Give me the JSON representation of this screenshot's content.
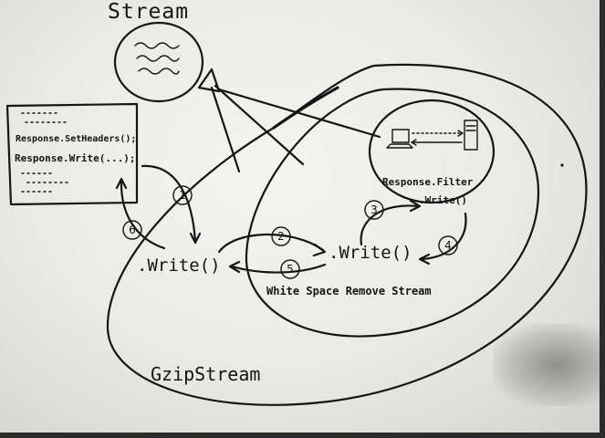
{
  "labels": {
    "stream": "Stream",
    "set_headers": "Response.SetHeaders();",
    "write_call": "Response.Write(...);",
    "response_filter": "Response.Filter",
    "filter_write": ".Write()",
    "gzip_write": ".Write()",
    "whitespace_write": ".Write()",
    "whitespace_stream": "White Space Remove Stream",
    "gzip_stream": "GzipStream"
  },
  "steps": [
    "1",
    "2",
    "3",
    "4",
    "5",
    "6"
  ],
  "colors": {
    "ink": "#151515",
    "board": "#eeeeea",
    "frame": "#2b2b2b"
  },
  "icons": [
    "wave-icon",
    "computer-icon",
    "server-icon"
  ]
}
